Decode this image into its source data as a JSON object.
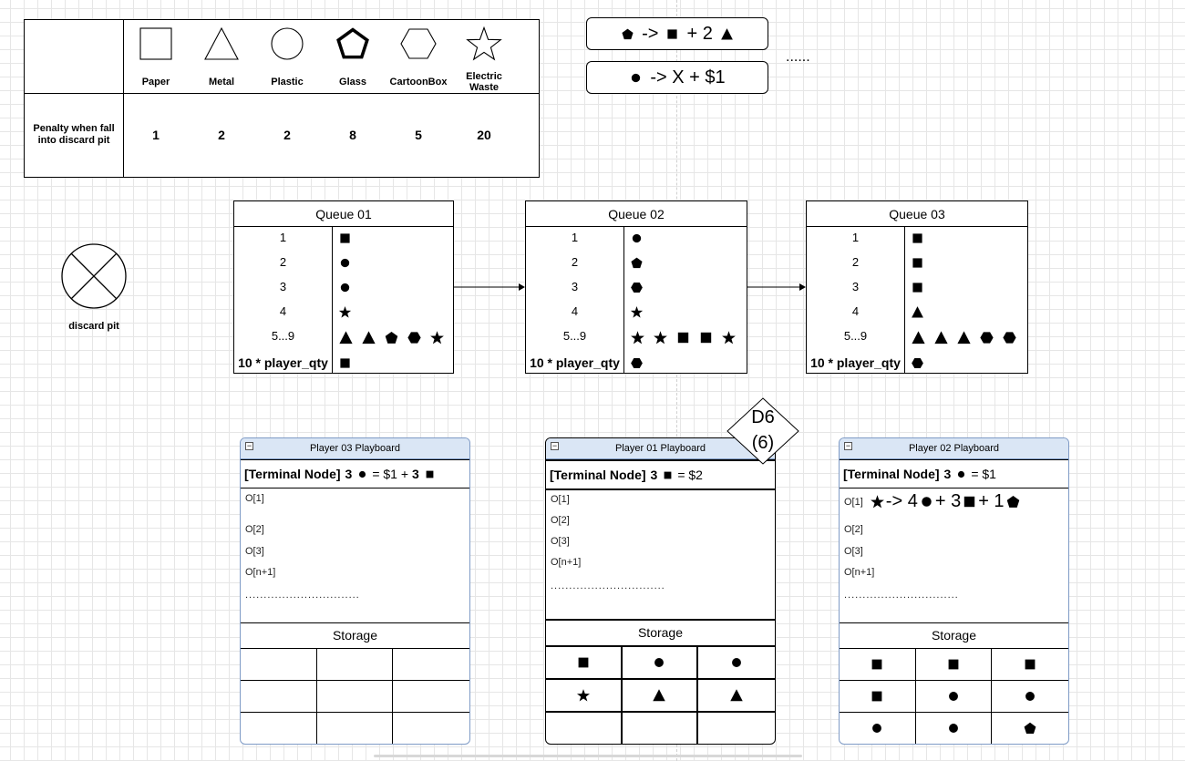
{
  "legend": {
    "materials": [
      {
        "name": "Paper",
        "shape": "square-outline"
      },
      {
        "name": "Metal",
        "shape": "triangle-outline"
      },
      {
        "name": "Plastic",
        "shape": "circle-outline"
      },
      {
        "name": "Glass",
        "shape": "pentagon-outline"
      },
      {
        "name": "CartoonBox",
        "shape": "hexagon-outline"
      },
      {
        "name": "Electric Waste",
        "shape": "star-outline"
      }
    ],
    "penalty_label": "Penalty when fall into discard pit",
    "penalties": [
      "1",
      "2",
      "2",
      "8",
      "5",
      "20"
    ]
  },
  "rules": [
    {
      "tokens": [
        {
          "s": "pentagon"
        },
        {
          "t": "->"
        },
        {
          "s": "square"
        },
        {
          "t": "+ 2"
        },
        {
          "s": "triangle"
        }
      ]
    },
    {
      "tokens": [
        {
          "s": "circle"
        },
        {
          "t": "-> X + $1"
        }
      ]
    }
  ],
  "rules_more": "......",
  "discard_pit": {
    "label": "discard pit",
    "icon": "circle-x-icon"
  },
  "queues": [
    {
      "title": "Queue 01",
      "rows": [
        {
          "n": "1",
          "items": [
            "square"
          ]
        },
        {
          "n": "2",
          "items": [
            "circle"
          ]
        },
        {
          "n": "3",
          "items": [
            "circle"
          ]
        },
        {
          "n": "4",
          "items": [
            "star"
          ]
        },
        {
          "n": "5...9",
          "items": [
            "triangle",
            "triangle",
            "pentagon",
            "hexagon",
            "star"
          ]
        },
        {
          "n": "10 * player_qty",
          "items": [
            "square"
          ]
        }
      ]
    },
    {
      "title": "Queue 02",
      "rows": [
        {
          "n": "1",
          "items": [
            "circle"
          ]
        },
        {
          "n": "2",
          "items": [
            "pentagon"
          ]
        },
        {
          "n": "3",
          "items": [
            "hexagon"
          ]
        },
        {
          "n": "4",
          "items": [
            "star"
          ]
        },
        {
          "n": "5...9",
          "items": [
            "star",
            "star",
            "square",
            "square",
            "star"
          ]
        },
        {
          "n": "10 * player_qty",
          "items": [
            "hexagon"
          ]
        }
      ]
    },
    {
      "title": "Queue 03",
      "rows": [
        {
          "n": "1",
          "items": [
            "square"
          ]
        },
        {
          "n": "2",
          "items": [
            "square"
          ]
        },
        {
          "n": "3",
          "items": [
            "square"
          ]
        },
        {
          "n": "4",
          "items": [
            "triangle"
          ]
        },
        {
          "n": "5...9",
          "items": [
            "triangle",
            "triangle",
            "triangle",
            "hexagon",
            "hexagon"
          ]
        },
        {
          "n": "10 * player_qty",
          "items": [
            "hexagon"
          ]
        }
      ]
    }
  ],
  "playboards": [
    {
      "title": "Player 03 Playboard",
      "terminal": {
        "label": "[Terminal Node]",
        "tokens": [
          {
            "b": "3"
          },
          {
            "s": "circle"
          },
          {
            "t": "= $1 +"
          },
          {
            "b": "3"
          },
          {
            "s": "square"
          }
        ]
      },
      "ops": [
        "O[1]",
        "O[2]",
        "O[3]",
        "O[n+1]"
      ],
      "op1_rule": [],
      "dots": "...............................",
      "storage_title": "Storage",
      "storage": [
        "",
        "",
        "",
        "",
        "",
        "",
        "",
        "",
        ""
      ]
    },
    {
      "title": "Player 01 Playboard",
      "terminal": {
        "label": "[Terminal Node]",
        "tokens": [
          {
            "b": "3"
          },
          {
            "s": "square"
          },
          {
            "t": "= $2"
          }
        ]
      },
      "ops": [
        "O[1]",
        "O[2]",
        "O[3]",
        "O[n+1]"
      ],
      "op1_rule": [],
      "dots": "...............................",
      "storage_title": "Storage",
      "storage": [
        "square",
        "circle",
        "circle",
        "star",
        "triangle",
        "triangle",
        "",
        "",
        ""
      ]
    },
    {
      "title": "Player 02 Playboard",
      "terminal": {
        "label": "[Terminal Node]",
        "tokens": [
          {
            "b": "3"
          },
          {
            "s": "circle"
          },
          {
            "t": "= $1"
          }
        ]
      },
      "ops": [
        "O[1]",
        "O[2]",
        "O[3]",
        "O[n+1]"
      ],
      "op1_rule": [
        {
          "s": "star"
        },
        {
          "t": "-> 4"
        },
        {
          "s": "circle"
        },
        {
          "t": "+ 3"
        },
        {
          "s": "square"
        },
        {
          "t": "+ 1"
        },
        {
          "s": "pentagon"
        }
      ],
      "dots": "...............................",
      "storage_title": "Storage",
      "storage": [
        "square",
        "square",
        "square",
        "square",
        "circle",
        "circle",
        "circle",
        "circle",
        "pentagon"
      ]
    }
  ],
  "dice": {
    "line1": "D6",
    "line2": "(6)"
  }
}
